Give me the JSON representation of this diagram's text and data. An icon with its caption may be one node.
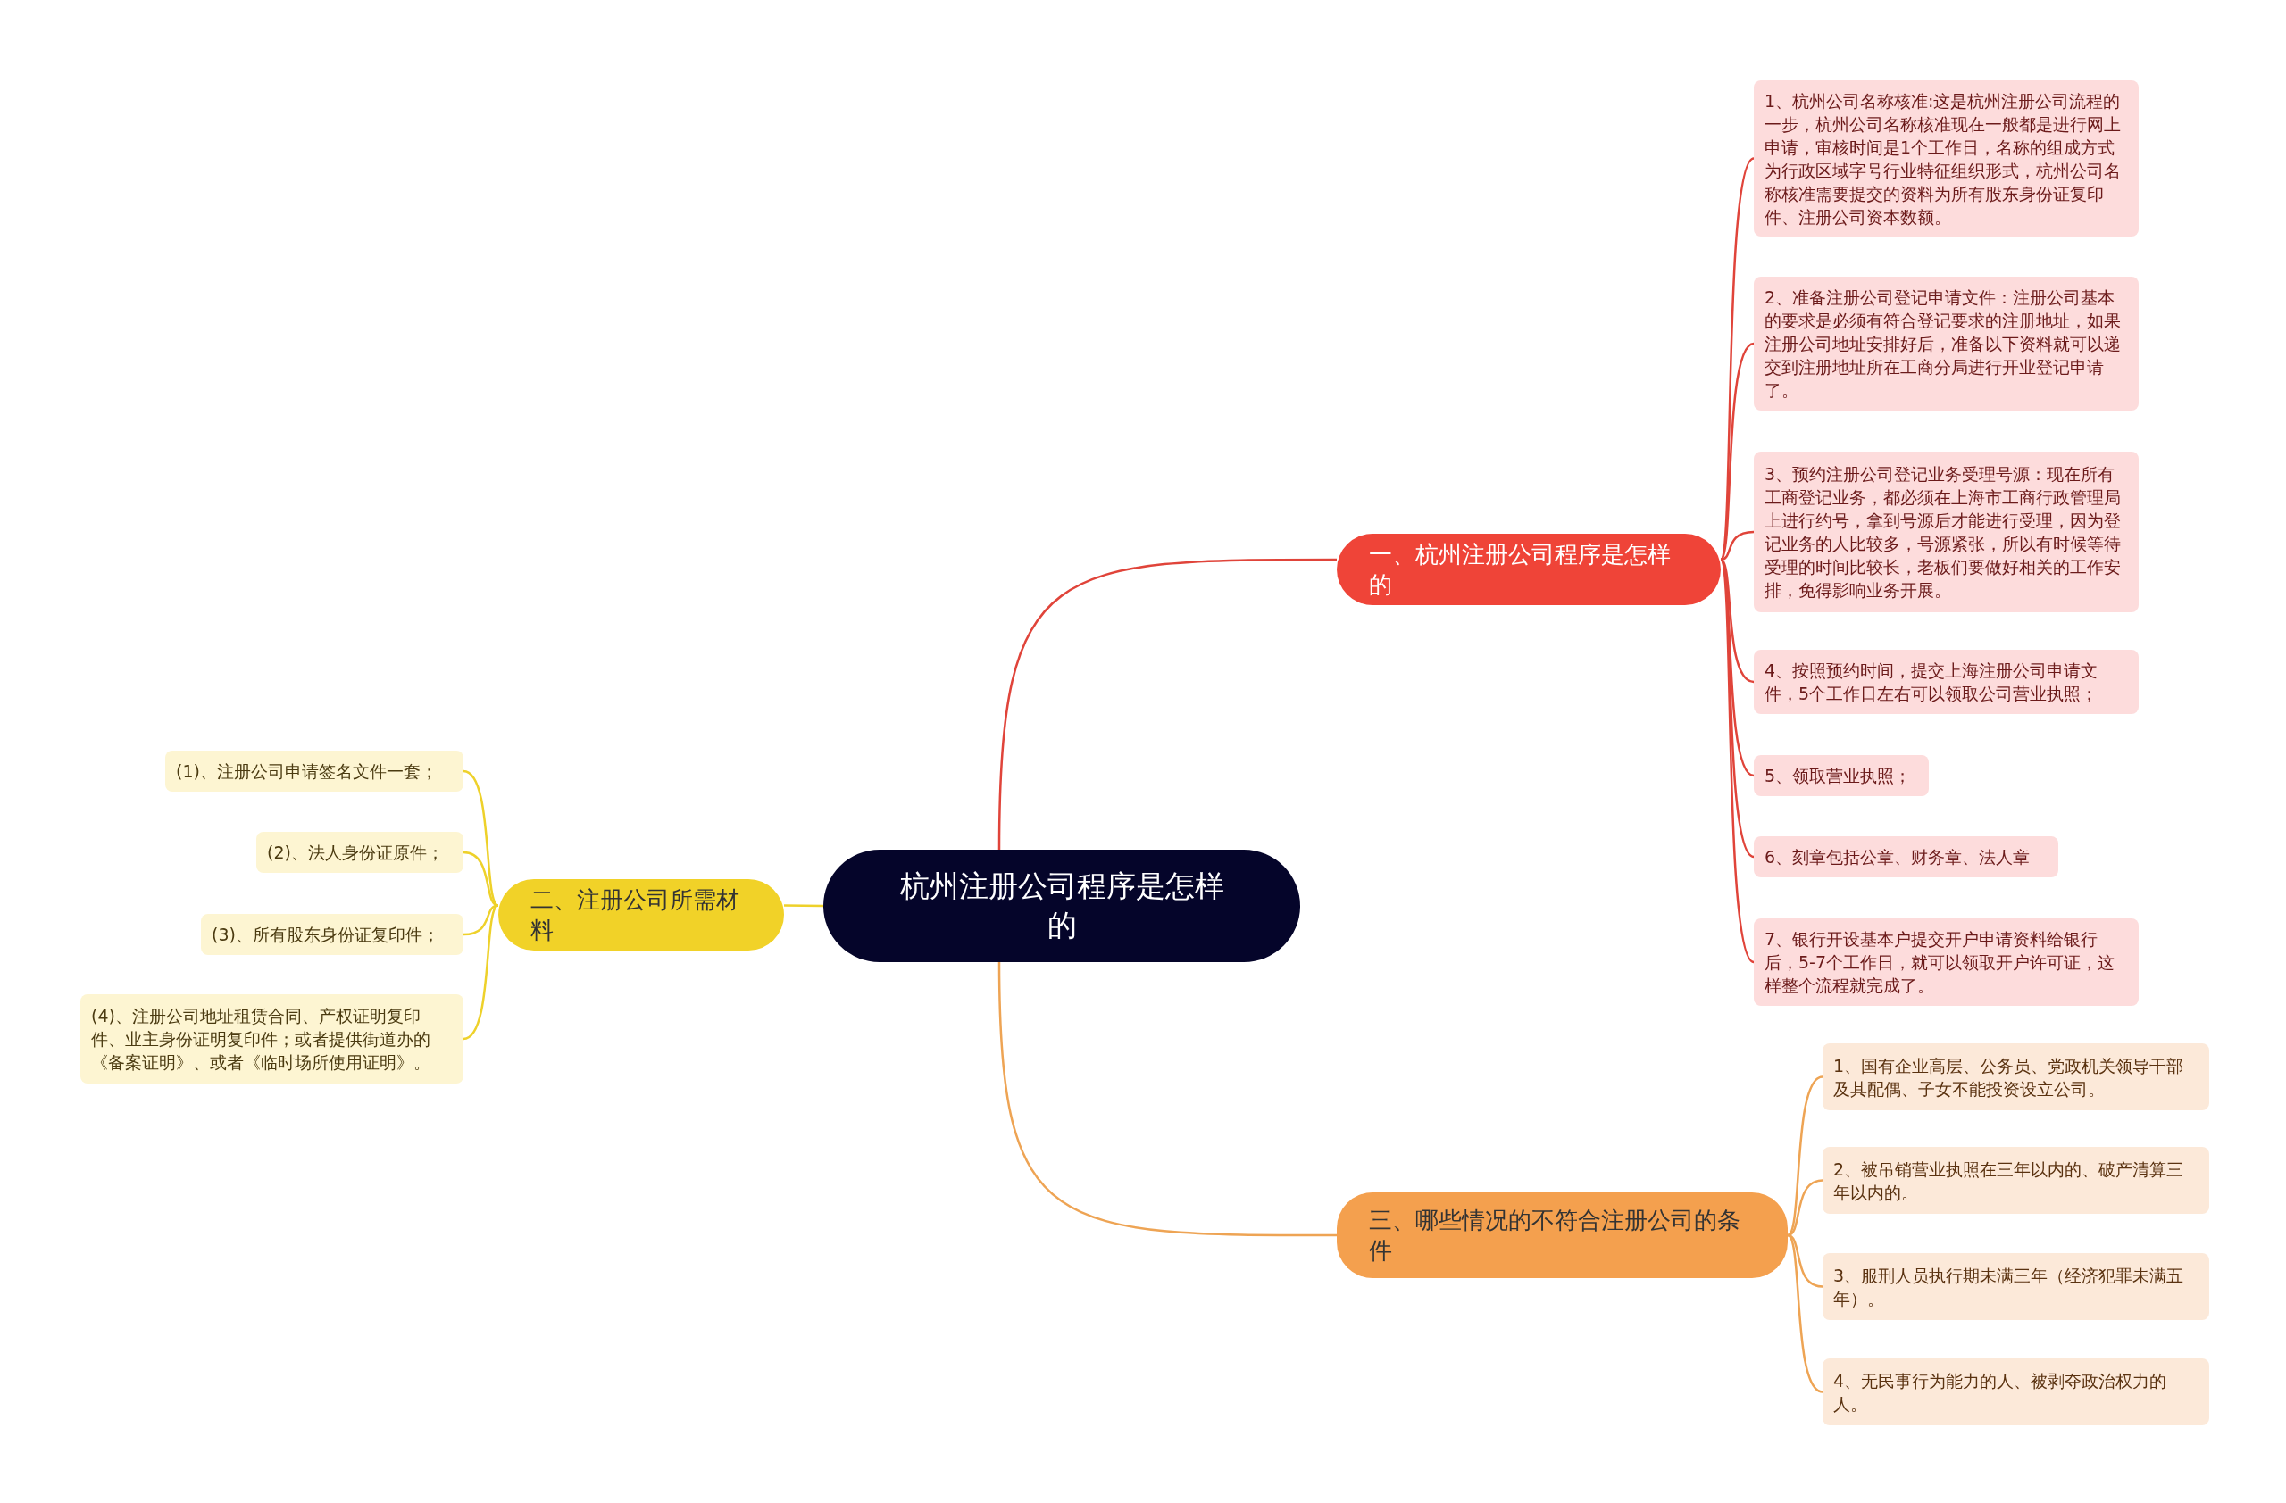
{
  "diagram": {
    "nodes": [
      {
        "text": [
          "杭州注册公司程序是怎样的"
        ]
      },
      {
        "text": [
          "一、杭州注册公司程序是怎样的"
        ]
      },
      {
        "text": [
          "1、杭州公司名称核准:这是杭州注册公司流程的一步，杭州公司名称核准现在一般都是进行网上申请，审核时间是1个工作日，名称的组成方式为行政区域字号行业特征组织形式，杭州公司名称核准需要提交的资料为所有股东身份证复印件、注册公司资本数额。"
        ]
      },
      {
        "text": [
          "2、准备注册公司登记申请文件：注册公司基本的要求是必须有符合登记要求的注册地址，如果注册公司地址安排好后，准备以下资料就可以递交到注册地址所在工商分局进行开业登记申请了。"
        ]
      },
      {
        "text": [
          "3、预约注册公司登记业务受理号源：现在所有工商登记业务，都必须在上海市工商行政管理局上进行约号，拿到号源后才能进行受理，因为登记业务的人比较多，号源紧张，所以有时候等待受理的时间比较长，老板们要做好相关的工作安排，免得影响业务开展。"
        ]
      },
      {
        "text": [
          "4、按照预约时间，提交上海注册公司申请文件，5个工作日左右可以领取公司营业执照；"
        ]
      },
      {
        "text": [
          "5、领取营业执照；"
        ]
      },
      {
        "text": [
          "6、刻章包括公章、财务章、法人章"
        ]
      },
      {
        "text": [
          "7、银行开设基本户提交开户申请资料给银行后，5-7个工作日，就可以领取开户许可证，这样整个流程就完成了。"
        ]
      },
      {
        "text": [
          "二、注册公司所需材料"
        ]
      },
      {
        "text": [
          "(1)、注册公司申请签名文件一套；"
        ]
      },
      {
        "text": [
          "(2)、法人身份证原件；"
        ]
      },
      {
        "text": [
          "(3)、所有股东身份证复印件；"
        ]
      },
      {
        "text": [
          "(4)、注册公司地址租赁合同、产权证明复印件、业主身份证明复印件；或者提供街道办的《备案证明》、或者《临时场所使用证明》。"
        ]
      },
      {
        "text": [
          "三、哪些情况的不符合注册公司的条件"
        ]
      },
      {
        "text": [
          "1、国有企业高层、公务员、党政机关领导干部及其配偶、子女不能投资设立公司。"
        ]
      },
      {
        "text": [
          "2、被吊销营业执照在三年以内的、破产清算三年以内的。"
        ]
      },
      {
        "text": [
          "3、服刑人员执行期未满三年（经济犯罪未满五年）。"
        ]
      },
      {
        "text": [
          "4、无民事行为能力的人、被剥夺政治权力的人。"
        ]
      }
    ],
    "edges": [
      {
        "from": 0,
        "to": 1,
        "arrow": "none"
      },
      {
        "from": 1,
        "to": 2,
        "arrow": "none"
      },
      {
        "from": 1,
        "to": 3,
        "arrow": "none"
      },
      {
        "from": 1,
        "to": 4,
        "arrow": "none"
      },
      {
        "from": 1,
        "to": 5,
        "arrow": "none"
      },
      {
        "from": 1,
        "to": 6,
        "arrow": "none"
      },
      {
        "from": 1,
        "to": 7,
        "arrow": "none"
      },
      {
        "from": 1,
        "to": 8,
        "arrow": "none"
      },
      {
        "from": 0,
        "to": 9,
        "arrow": "none",
        "color": "#eed12a"
      },
      {
        "from": 9,
        "to": 10,
        "arrow": "none",
        "color": "#eed12a"
      },
      {
        "from": 9,
        "to": 11,
        "arrow": "none",
        "color": "#eed12a"
      },
      {
        "from": 9,
        "to": 12,
        "arrow": "none",
        "color": "#eed12a"
      },
      {
        "from": 9,
        "to": 13,
        "arrow": "none",
        "color": "#eed12a"
      },
      {
        "from": 0,
        "to": 14,
        "arrow": "none",
        "color": "#eea454"
      },
      {
        "from": 14,
        "to": 15,
        "arrow": "none",
        "color": "#eea454"
      },
      {
        "from": 14,
        "to": 16,
        "arrow": "none",
        "color": "#eea454"
      },
      {
        "from": 14,
        "to": 17,
        "arrow": "none",
        "color": "#eea454"
      },
      {
        "from": 14,
        "to": 18,
        "arrow": "none",
        "color": "#eea454"
      }
    ]
  }
}
